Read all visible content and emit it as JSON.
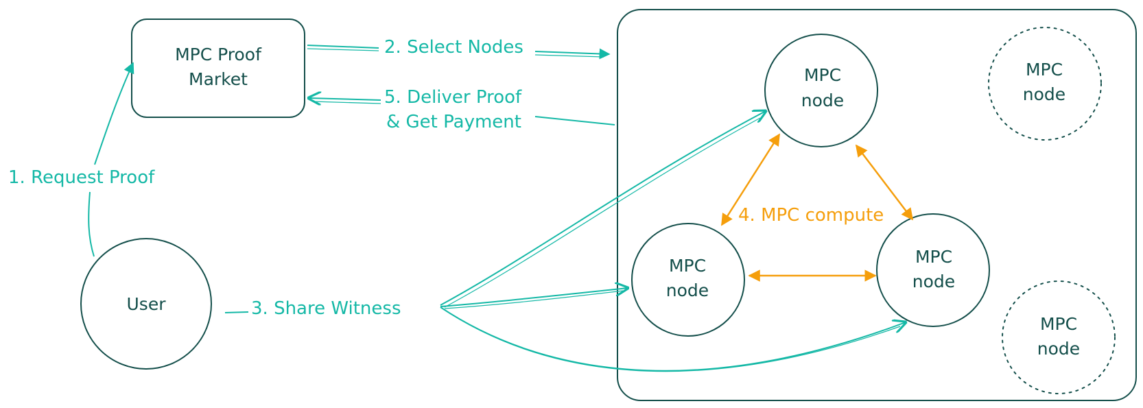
{
  "colors": {
    "dark_teal": "#134e4a",
    "teal": "#14b8a6",
    "orange": "#f59e0b",
    "background": "#ffffff"
  },
  "nodes": {
    "market": {
      "line1": "MPC Proof",
      "line2": "Market"
    },
    "user": {
      "label": "User"
    },
    "node_top": {
      "line1": "MPC",
      "line2": "node"
    },
    "node_left": {
      "line1": "MPC",
      "line2": "node"
    },
    "node_right": {
      "line1": "MPC",
      "line2": "node"
    },
    "node_inactive_top": {
      "line1": "MPC",
      "line2": "node"
    },
    "node_inactive_bottom": {
      "line1": "MPC",
      "line2": "node"
    }
  },
  "edges": {
    "request": {
      "label": "1. Request Proof"
    },
    "select": {
      "label": "2. Select Nodes"
    },
    "share": {
      "label": "3. Share Witness"
    },
    "compute": {
      "label": "4. MPC compute"
    },
    "deliver": {
      "line1": "5. Deliver Proof",
      "line2": "& Get Payment"
    }
  }
}
